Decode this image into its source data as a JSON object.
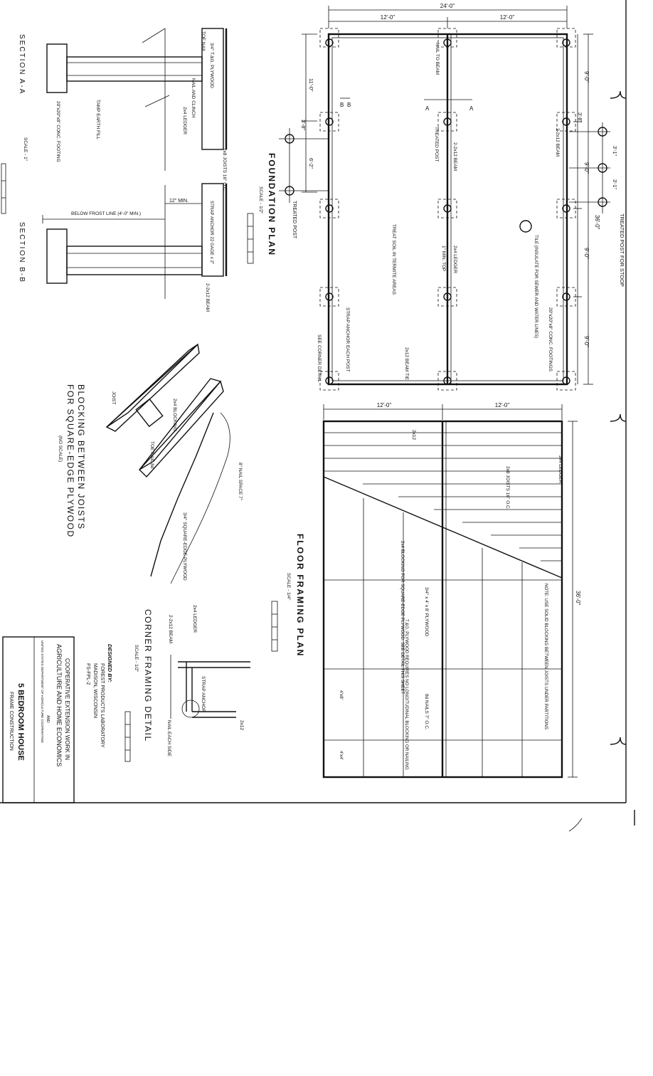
{
  "foundation_plan": {
    "title": "FOUNDATION PLAN",
    "scale": "SCALE - 1/2\"",
    "dims": {
      "overall_width": "24'-0\"",
      "half_left": "12'-0\"",
      "half_right": "12'-0\"",
      "overall_length": "36'-0\"",
      "seg_top": "9'-0\"",
      "seg_2": "9'-0\"",
      "seg_3": "9'-0\"",
      "seg_4": "9'-0\"",
      "stoop_1": "3'-8\"",
      "stoop_2": "3'-1\"",
      "stoop_3": "3'-1\"",
      "left_1": "11'-0\"",
      "left_2": "3'-8\"",
      "left_3": "6'-2\""
    },
    "labels": {
      "nail_to_beam": "NAIL TO BEAM",
      "treated_post_stoop": "TREATED POST FOR STOOP",
      "beam_2x12": "2-2x12 BEAM",
      "beam_2x12_center": "2-2x12 BEAM",
      "treated_post": "TREATED POST",
      "treated_post_left": "TREATED POST",
      "tile": "TILE (INSULATE FOR SEWER AND WATER LINES)",
      "ledger": "2x4 LEDGER",
      "min_top": "1\" MIN. TOP",
      "treat_soil": "TREAT SOIL IN TERMITE AREAS",
      "footings": "20\"x20\"x8\" CONC. FOOTINGS",
      "strap_anchor": "STRAP ANCHOR EACH POST",
      "see_corner": "SEE CORNER DETAIL",
      "beam_tie": "2x12 BEAM TIE",
      "cut_a": "A",
      "cut_b": "B"
    }
  },
  "floor_framing_plan": {
    "title": "FLOOR FRAMING PLAN",
    "scale": "SCALE - 1/4\"",
    "dims": {
      "half_left": "12'-0\"",
      "half_right": "12'-0\"",
      "length": "36'-0\""
    },
    "labels": {
      "rim": "2x12",
      "ledger": "2x4 LEDGER",
      "joists": "2x8 JOISTS 16\" O.C.",
      "note": "NOTE: USE SOLID BLOCKING BETWEEN JOISTS UNDER PARTITIONS",
      "blocking": "2x4 BLOCKING FOR SQUARE-EDGE PLYWOOD. SEE DETAIL THIS SHEET",
      "plywood": "3/4\" x 4' x 8' PLYWOOD",
      "tg_plywood": "T.&G. PLYWOOD REQUIRES NO LONGITUDINAL BLOCKING OR NAILING",
      "nails": "8d NAILS 7\" O.C.",
      "sheet_4x8": "4'x8'",
      "sheet_4x4": "4'x4'"
    }
  },
  "section_aa": {
    "title": "SECTION A-A",
    "labels": {
      "plywood": "3/4\" T.&G. PLYWOOD",
      "toe_nail": "TOE NAIL",
      "nail_clinch": "NAIL AND CLINCH",
      "ledger": "2x4 LEDGER",
      "joists": "2x8 JOISTS 16\" O.C.",
      "tamp": "TAMP EARTH FILL",
      "footing": "20\"x20\"x8\" CONC. FOOTING"
    }
  },
  "section_bb": {
    "title": "SECTION B-B",
    "labels": {
      "min": "12\" MIN.",
      "strap": "STRAP ANCHOR 22 GAGE x 2\"",
      "frost": "BELOW FROST LINE (4'-0\" MIN.)",
      "beam": "2-2x12 BEAM"
    }
  },
  "scale_label": "SCALE - 1\"",
  "blocking_detail": {
    "title": "BLOCKING BETWEEN JOISTS FOR SQUARE-EDGE PLYWOOD",
    "subtitle": "(NO SCALE)",
    "labels": {
      "joist": "JOIST",
      "blocking": "2x4 BLOCKING",
      "toe_nail": "TOE NAIL 8d",
      "nail_space": "8\" NAIL SPACE 7\"",
      "plywood": "3/4\" SQUARE-EDGE PLYWOOD"
    }
  },
  "corner_detail": {
    "title": "CORNER FRAMING DETAIL",
    "scale": "SCALE - 1/2\"",
    "labels": {
      "ledger": "2x4 LEDGER",
      "beam": "2-2x12 BEAM",
      "strap": "STRAP ANCHOR",
      "nail": "NAIL EACH SIDE",
      "rim": "2x12"
    }
  },
  "designer": {
    "heading": "DESIGNED BY:",
    "line1": "FOREST PRODUCTS LABORATORY",
    "line2": "MADISON, WISCONSIN",
    "line3": "FS-FPL-2"
  },
  "title_block": {
    "line1": "COOPERATIVE EXTENSION WORK IN",
    "line2": "AGRICULTURE AND HOME ECONOMICS",
    "line3": "AND",
    "line4": "UNITED STATES DEPARTMENT OF AGRICULTURE COOPERATING",
    "name": "5 BEDROOM HOUSE",
    "sub": "FRAME CONSTRUCTION"
  }
}
